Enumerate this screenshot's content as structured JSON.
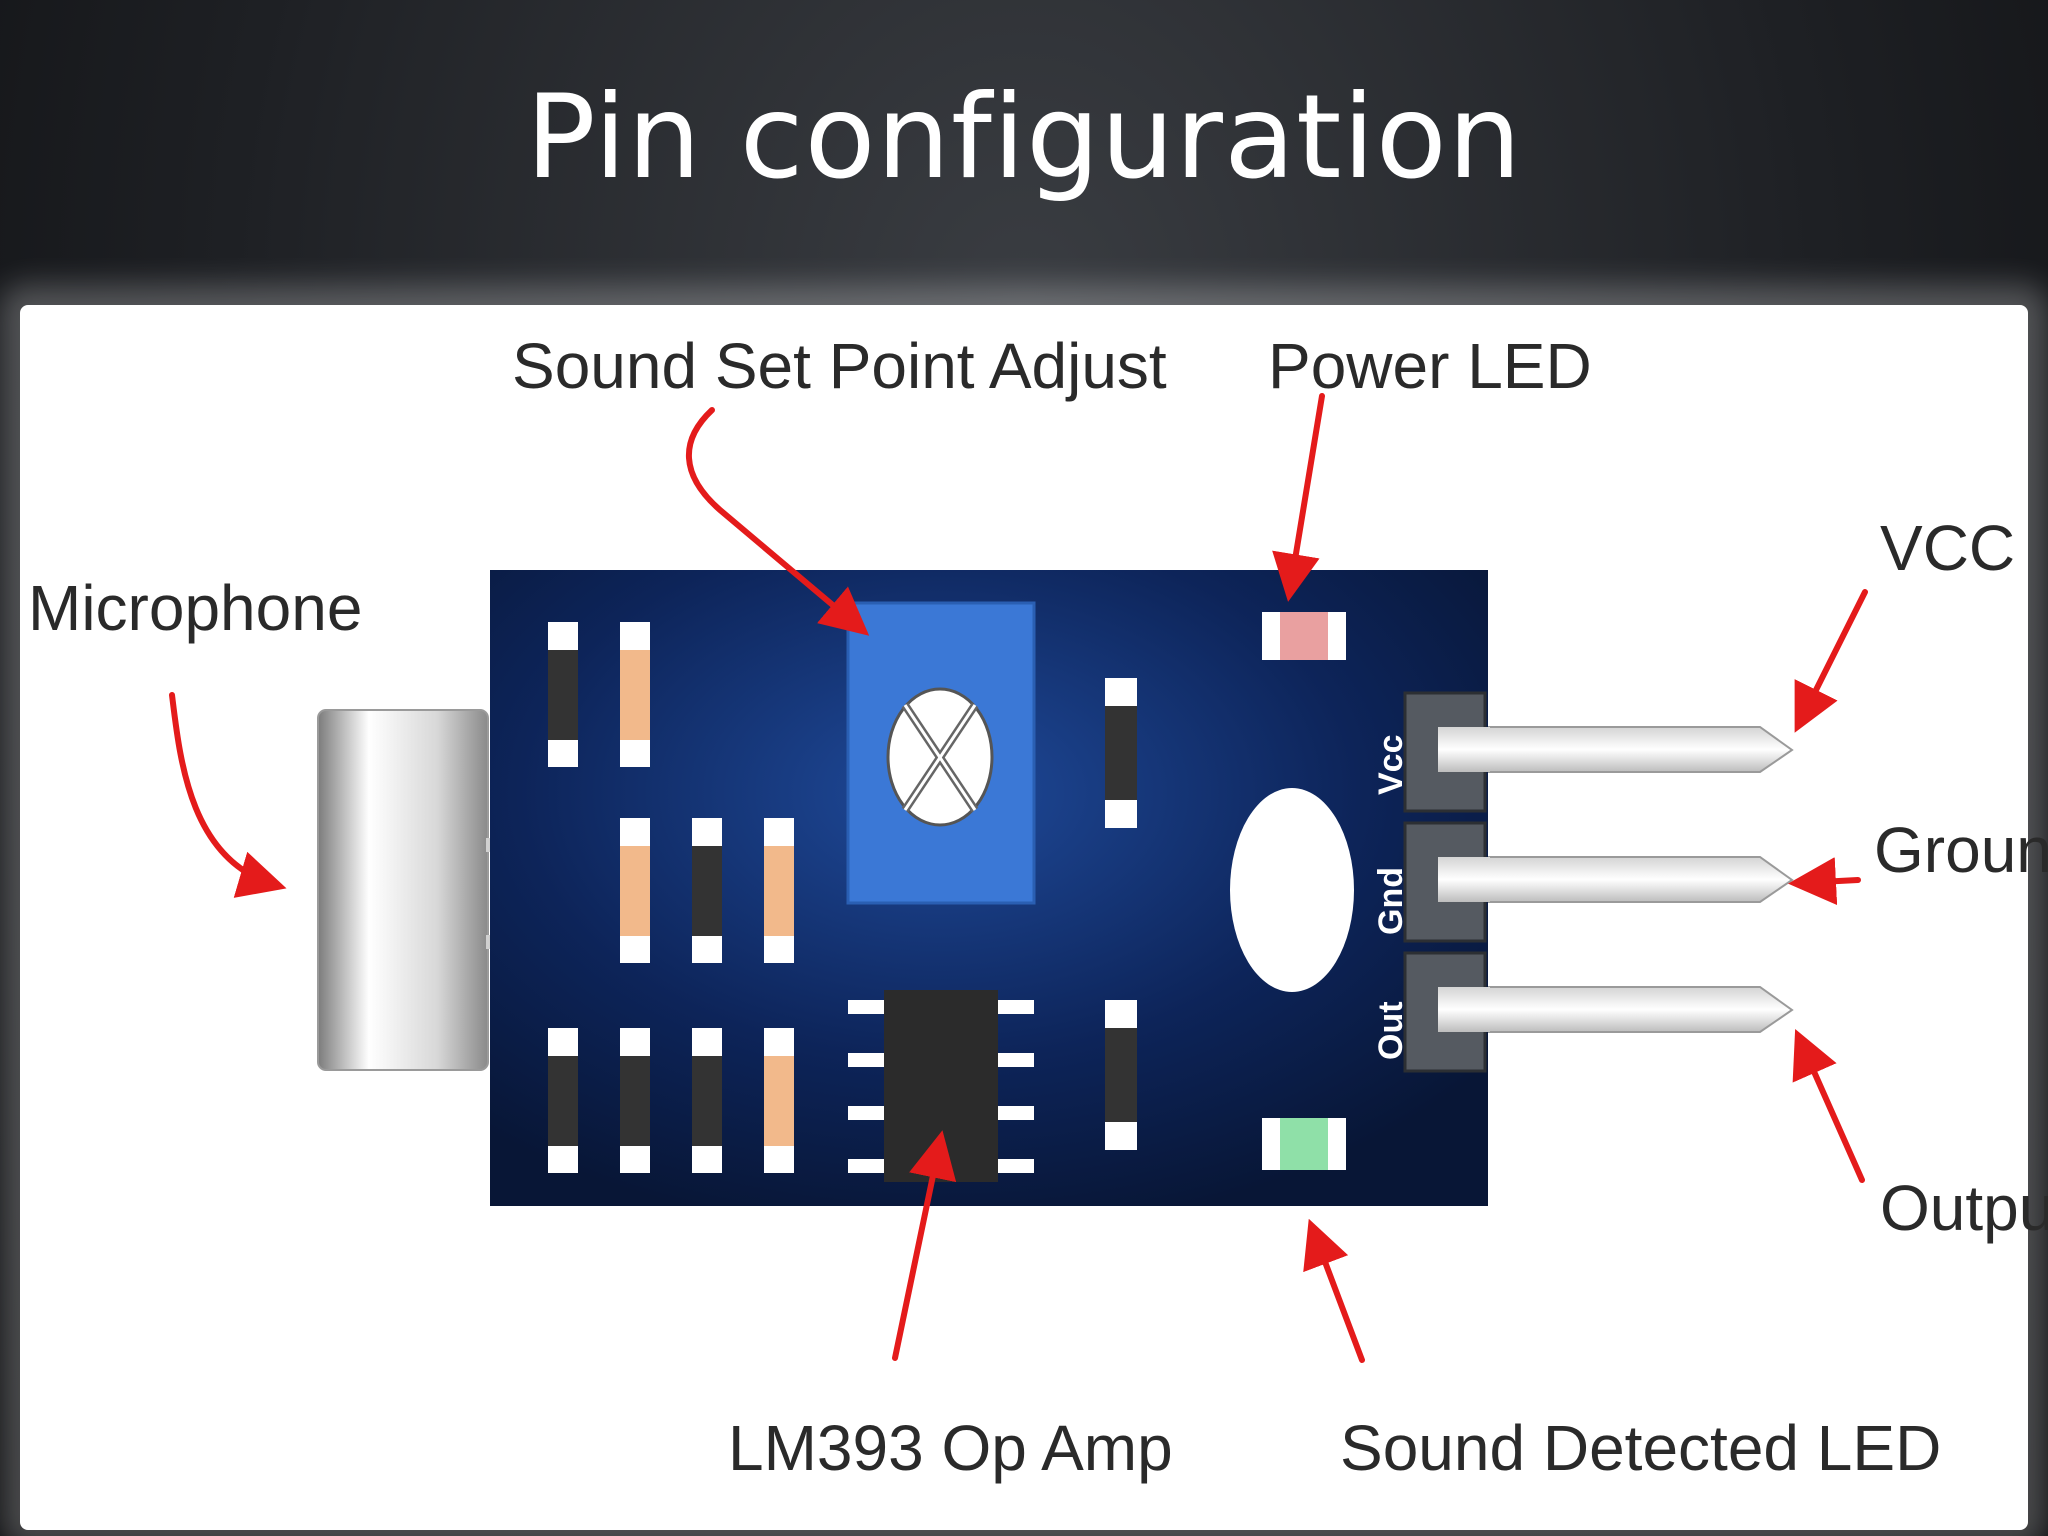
{
  "slide": {
    "title": "Pin configuration"
  },
  "labels": {
    "sound_set_point": "Sound Set Point Adjust",
    "power_led": "Power LED",
    "microphone": "Microphone",
    "vcc": "VCC",
    "ground": "Ground",
    "output": "Output",
    "op_amp": "LM393 Op Amp",
    "sound_detected_led": "Sound Detected LED"
  },
  "board_pins": {
    "vcc": "Vcc",
    "gnd": "Gnd",
    "out": "Out"
  },
  "colors": {
    "board": "#0b1e4d",
    "arrow": "#e41b1b",
    "potentiometer": "#3b78d6",
    "power_led": "#e9a0a0",
    "detect_led": "#8fe0a8"
  }
}
